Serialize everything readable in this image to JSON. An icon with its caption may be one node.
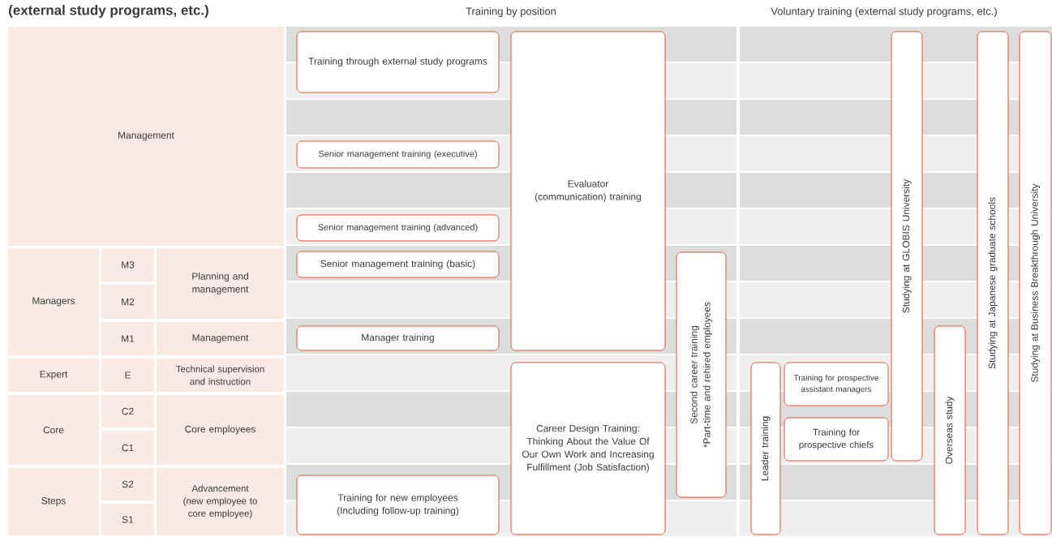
{
  "diagram": {
    "nodes": [
      {
        "text": [
          "Management"
        ]
      },
      {
        "text": [
          "Managers"
        ]
      },
      {
        "text": [
          "M3"
        ]
      },
      {
        "text": [
          "Planning and management"
        ]
      },
      {
        "text": [
          "M2"
        ]
      },
      {
        "text": [
          "M1"
        ]
      },
      {
        "text": [
          "Management"
        ]
      },
      {
        "text": [
          "Expert"
        ]
      },
      {
        "text": [
          "E"
        ]
      },
      {
        "text": [
          "Technical supervision and instruction"
        ]
      },
      {
        "text": [
          "Core"
        ]
      },
      {
        "text": [
          "C2"
        ]
      },
      {
        "text": [
          "Core employees"
        ]
      },
      {
        "text": [
          "C1"
        ]
      },
      {
        "text": [
          "Steps"
        ]
      },
      {
        "text": [
          "S2"
        ]
      },
      {
        "text": [
          "Advancement (new employee to core employee)"
        ]
      },
      {
        "text": [
          "S1"
        ]
      },
      {
        "text": [
          "Training through external study programs"
        ]
      },
      {
        "text": [
          "Evaluator (communication) training"
        ]
      },
      {
        "text": [
          "Studying at GLOBIS University"
        ]
      },
      {
        "text": [
          "Studying at Japanese graduate schools"
        ]
      },
      {
        "text": [
          "Studying at Business Breakthrough University"
        ]
      },
      {
        "text": [
          "Senior management training (executive)"
        ]
      },
      {
        "text": [
          "Senior management training (advanced)"
        ]
      },
      {
        "text": [
          "Senior management training (basic)"
        ]
      },
      {
        "text": [
          "Second career training",
          "*Part-time and rehired employees"
        ]
      },
      {
        "text": [
          "Overseas study"
        ]
      },
      {
        "text": [
          "Manager training"
        ]
      },
      {
        "text": [
          "Career Design Training: Thinking About the Value Of Our Own Work and Increasing Fulfillment (Job Satisfaction)"
        ]
      },
      {
        "text": [
          "Leader training"
        ]
      },
      {
        "text": [
          "Training for prospective assistant managers"
        ]
      },
      {
        "text": [
          "Training for prospective chiefs"
        ]
      },
      {
        "text": [
          "Training for new employees (Including follow-up training)"
        ]
      }
    ],
    "labels": [
      "(external study programs, etc.)",
      "Training by position",
      "Voluntary training (external study programs, etc.)"
    ]
  }
}
